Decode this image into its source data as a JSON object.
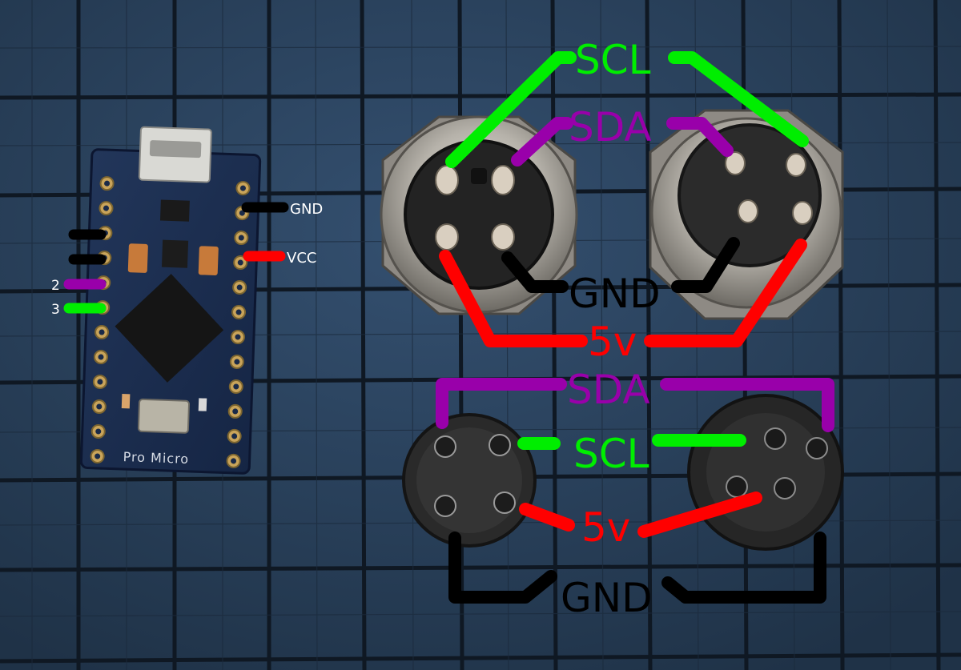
{
  "board": {
    "pin_labels": {
      "gnd": "GND",
      "vcc": "VCC",
      "pin2": "2",
      "pin3": "3"
    },
    "silkscreen": "Pro Micro"
  },
  "upper_connectors": {
    "scl": "SCL",
    "sda": "SDA",
    "gnd": "GND",
    "v5": "5v"
  },
  "lower_connectors": {
    "sda": "SDA",
    "scl": "SCL",
    "v5": "5v",
    "gnd": "GND"
  },
  "colors": {
    "scl": "#00ee00",
    "sda": "#9900aa",
    "gnd": "#000000",
    "v5": "#ff0000",
    "mat": "#2a4058",
    "grid": "#0e1620"
  }
}
